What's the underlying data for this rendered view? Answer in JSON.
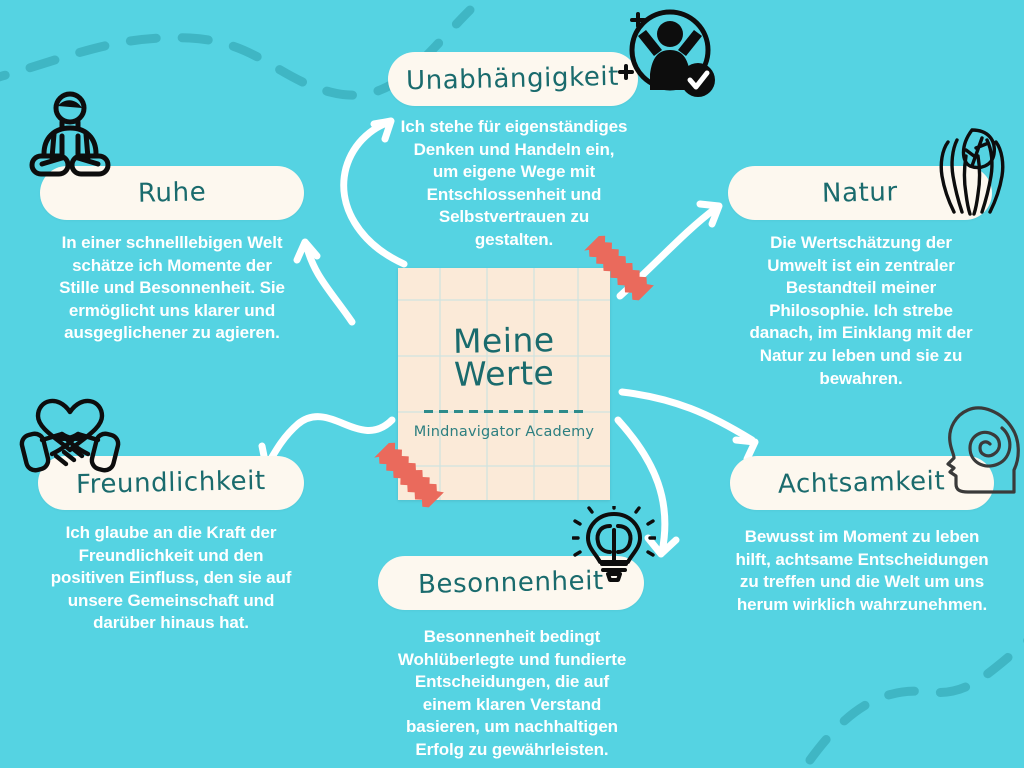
{
  "theme": {
    "background_color": "#55d3e2",
    "pill_color": "#fdf8ef",
    "card_color": "#fbead8",
    "accent_teal": "#1a6b6d",
    "tape_color": "#ea6a5c",
    "body_text_color": "#ffffff",
    "wave_color": "#3fb6c4"
  },
  "center_card": {
    "title_line1": "Meine",
    "title_line2": "Werte",
    "subtitle": "Mindnavigator Academy"
  },
  "values": [
    {
      "id": "ruhe",
      "label": "Ruhe",
      "icon": "meditation-icon",
      "description": "In einer schnelllebigen Welt schätze ich Momente der Stille und Besonnenheit. Sie ermöglicht uns klarer und ausgeglichener zu agieren."
    },
    {
      "id": "unabhaengigkeit",
      "label": "Unabhängigkeit",
      "icon": "person-raised-arms-check-icon",
      "description": "Ich stehe für eigenständiges Denken und Handeln ein, um eigene Wege mit Entschlossenheit und Selbstvertrauen zu gestalten."
    },
    {
      "id": "natur",
      "label": "Natur",
      "icon": "hands-holding-leaf-icon",
      "description": "Die Wertschätzung der Umwelt ist ein zentraler Bestandteil meiner Philosophie. Ich strebe danach, im Einklang mit der Natur zu leben und sie zu bewahren."
    },
    {
      "id": "freundlichkeit",
      "label": "Freundlichkeit",
      "icon": "handshake-heart-icon",
      "description": "Ich glaube an die Kraft der Freundlichkeit und den positiven Einfluss, den sie auf unsere Gemeinschaft und darüber hinaus hat."
    },
    {
      "id": "achtsamkeit",
      "label": "Achtsamkeit",
      "icon": "head-spiral-icon",
      "description": "Bewusst im Moment zu leben hilft, achtsame Entscheidungen zu treffen und die Welt um uns herum wirklich wahrzunehmen."
    },
    {
      "id": "besonnenheit",
      "label": "Besonnenheit",
      "icon": "lightbulb-brain-icon",
      "description": "Besonnenheit bedingt Wohlüberlegte und fundierte Entscheidungen, die auf einem klaren Verstand basieren, um nachhaltigen Erfolg zu gewährleisten."
    }
  ]
}
